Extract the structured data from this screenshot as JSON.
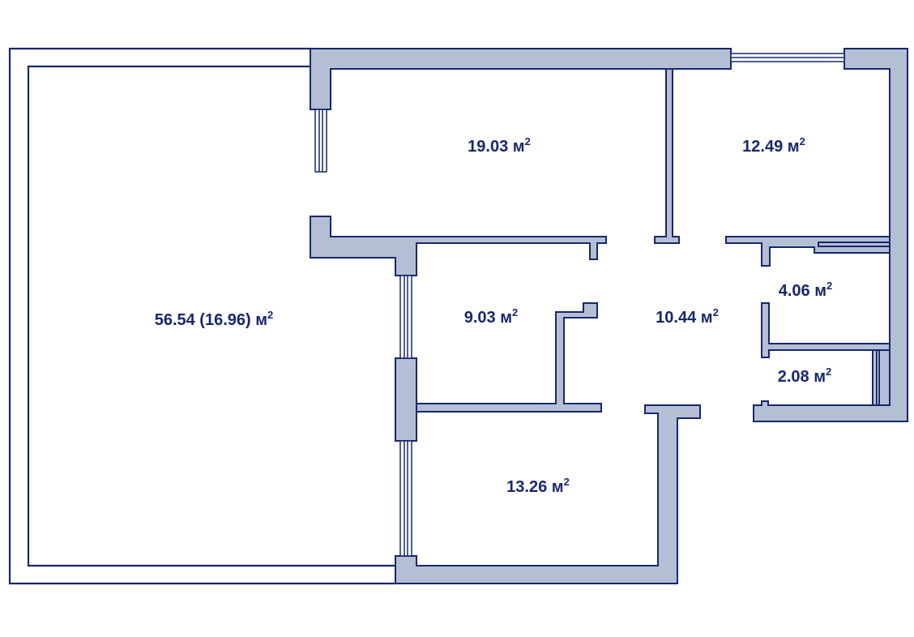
{
  "colors": {
    "wall_fill": "#b4bfd6",
    "outline": "#17286a",
    "background": "#ffffff",
    "label": "#17286a"
  },
  "rooms": [
    {
      "id": "terrace",
      "area": "56.54 (16.96)",
      "unit": "м",
      "sup": "2"
    },
    {
      "id": "living-room",
      "area": "19.03",
      "unit": "м",
      "sup": "2"
    },
    {
      "id": "bedroom",
      "area": "12.49",
      "unit": "м",
      "sup": "2"
    },
    {
      "id": "small-room",
      "area": "9.03",
      "unit": "м",
      "sup": "2"
    },
    {
      "id": "hallway",
      "area": "10.44",
      "unit": "м",
      "sup": "2"
    },
    {
      "id": "bathroom",
      "area": "4.06",
      "unit": "м",
      "sup": "2"
    },
    {
      "id": "toilet",
      "area": "2.08",
      "unit": "м",
      "sup": "2"
    },
    {
      "id": "kitchen",
      "area": "13.26",
      "unit": "м",
      "sup": "2"
    }
  ]
}
